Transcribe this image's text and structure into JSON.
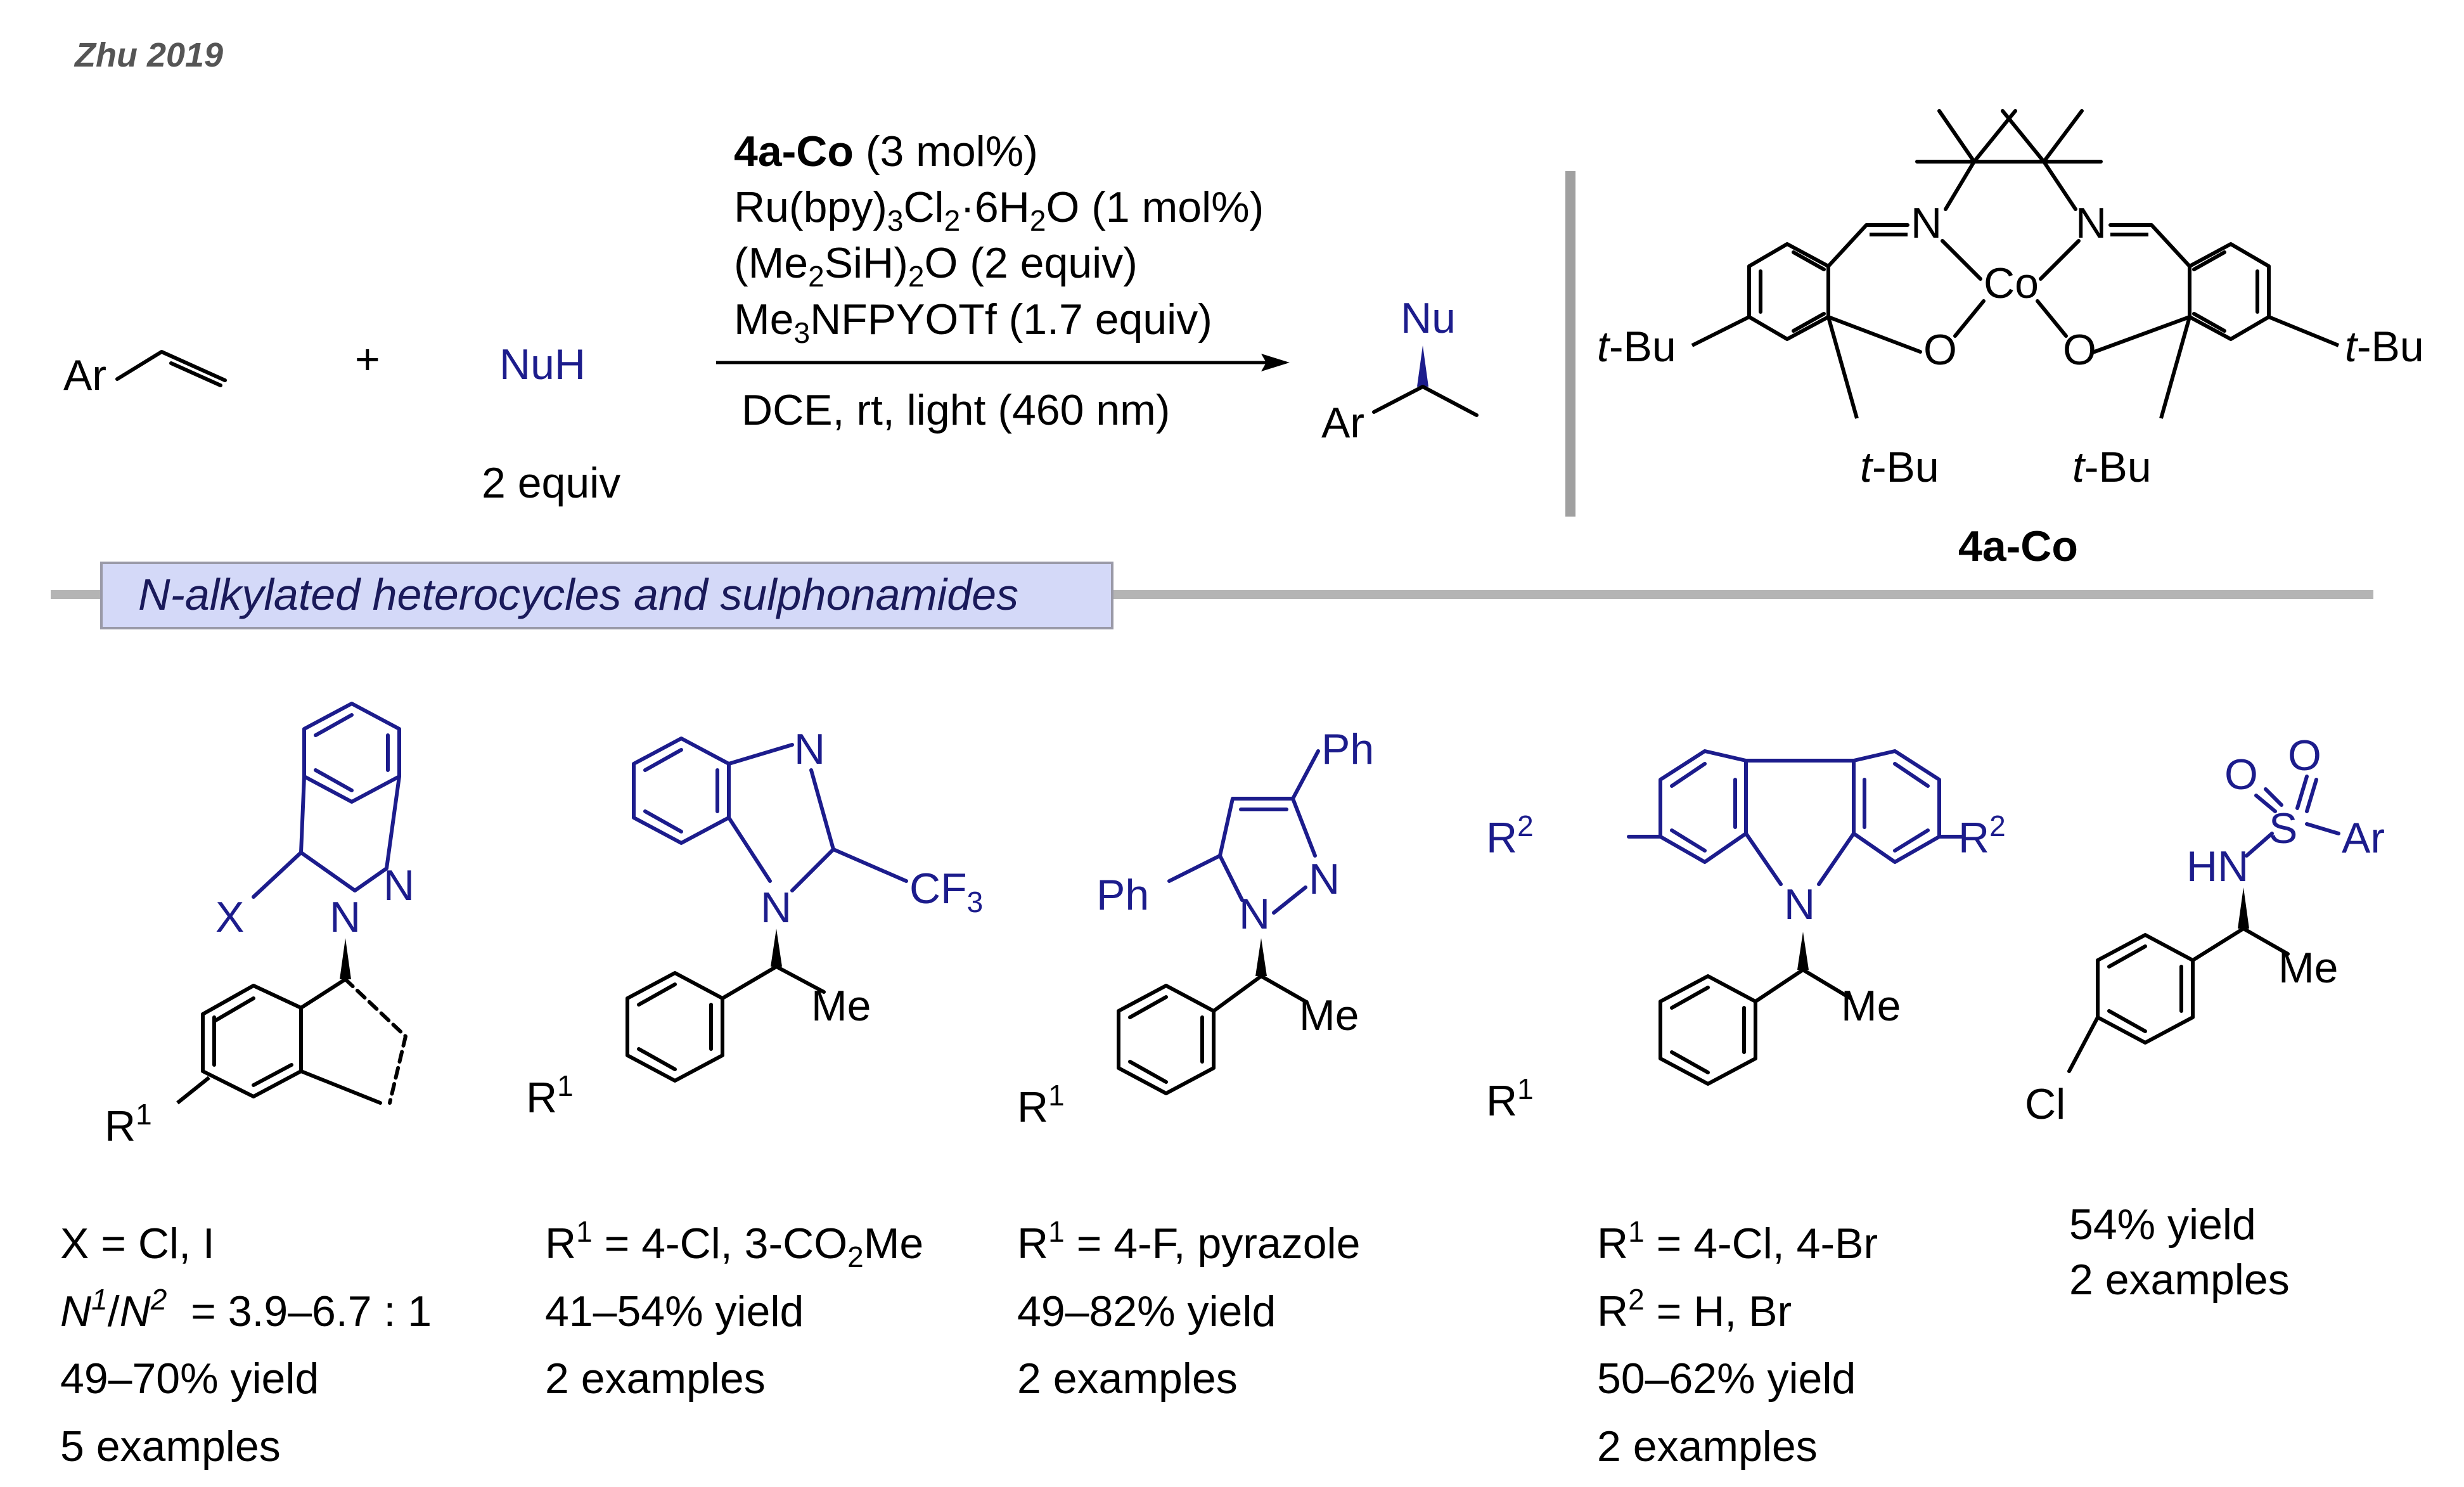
{
  "header": "Zhu 2019",
  "reaction": {
    "substrate": "Ar",
    "plus": "+",
    "nucleophile": "NuH",
    "nucleophile_equiv": "2 equiv",
    "conditions": {
      "catalyst_name": "4a-Co",
      "catalyst_loading": " (3 mol%)",
      "line2": [
        "Ru(bpy)",
        "3",
        "Cl",
        "2",
        "·6H",
        "2",
        "O (1 mol%)"
      ],
      "line3": [
        "(Me",
        "2",
        "SiH)",
        "2",
        "O (2 equiv)"
      ],
      "line4": [
        "Me",
        "3",
        "NFPYOTf (1.7 equiv)"
      ],
      "below": "DCE, rt, light (460 nm)"
    },
    "product": {
      "nu": "Nu",
      "ar": "Ar"
    }
  },
  "catalyst": {
    "label": "4a-Co",
    "metal": "Co",
    "n": "N",
    "o": "O",
    "tbu": "t-Bu",
    "tbu_t": "t",
    "tbu_rest": "-Bu"
  },
  "banner": "N-alkylated heterocycles and sulphonamides",
  "atoms": {
    "N": "N",
    "X": "X",
    "R": "R",
    "sup1": "1",
    "sup2": "2",
    "Me": "Me",
    "Ph": "Ph",
    "CF": "CF",
    "sub3": "3",
    "HN": "HN",
    "S": "S",
    "O": "O",
    "Ar": "Ar",
    "Cl": "Cl"
  },
  "products": [
    {
      "lines": [
        [
          "X = Cl, I"
        ],
        [
          "N",
          "1",
          "/",
          "N",
          "2",
          "  = 3.9–6.7 : 1"
        ],
        [
          "49–70% yield"
        ],
        [
          "5 examples"
        ]
      ]
    },
    {
      "lines": [
        [
          "R",
          "1",
          " = 4-Cl, 3-CO",
          "2",
          "Me"
        ],
        [
          "41–54% yield"
        ],
        [
          "2 examples"
        ]
      ]
    },
    {
      "lines": [
        [
          "R",
          "1",
          " = 4-F, pyrazole"
        ],
        [
          "49–82% yield"
        ],
        [
          "2 examples"
        ]
      ]
    },
    {
      "lines": [
        [
          "R",
          "1",
          " = 4-Cl, 4-Br"
        ],
        [
          "R",
          "2",
          " = H, Br"
        ],
        [
          "50–62% yield"
        ],
        [
          "2 examples"
        ]
      ]
    },
    {
      "lines": [
        [
          "54% yield"
        ],
        [
          "2 examples"
        ]
      ]
    }
  ],
  "colors": {
    "nucleophile_blue": "#1c1c8c",
    "banner_fill": "#d4d9f8",
    "rule_gray": "#b4b4b4"
  }
}
